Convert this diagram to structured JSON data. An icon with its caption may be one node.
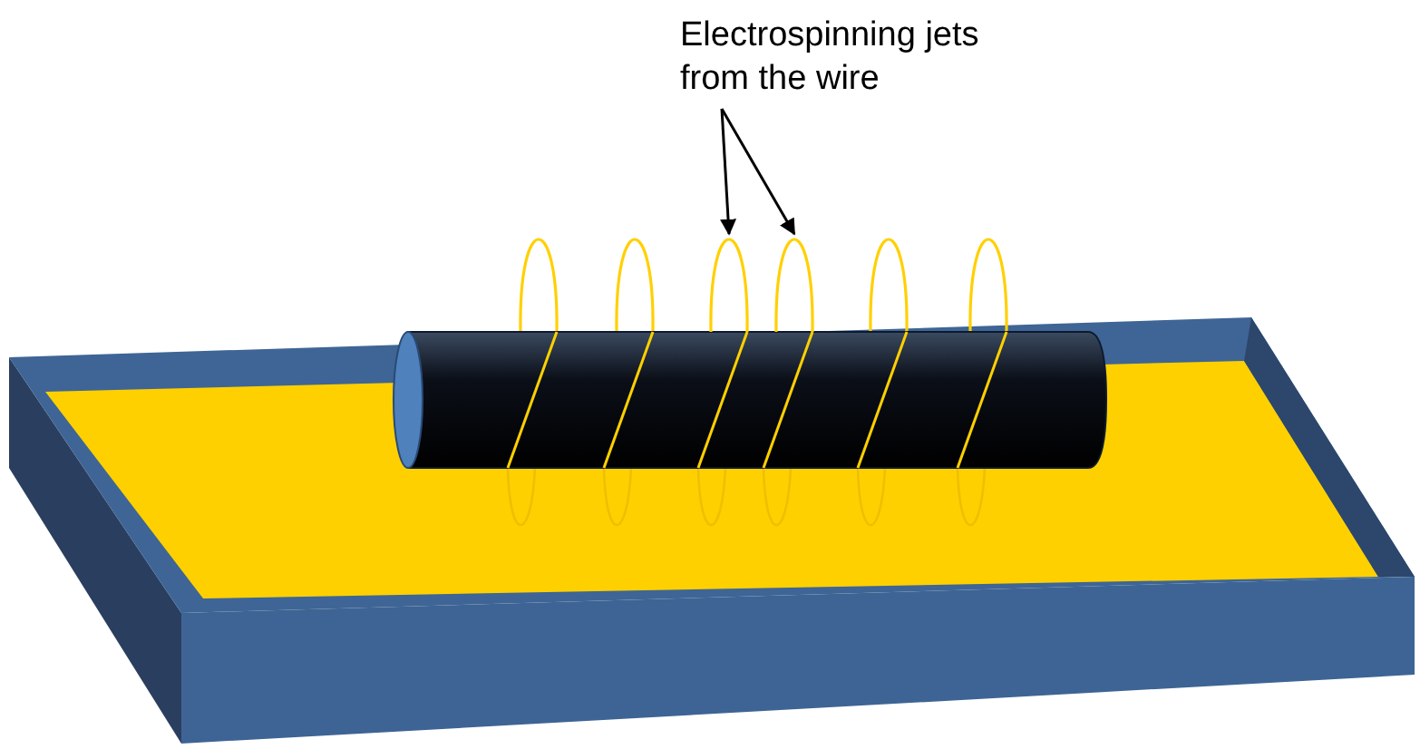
{
  "diagram": {
    "nodes": [
      {
        "text": [
          "Electrospinning jets from the wire"
        ]
      },
      {
        "text": [],
        "shape": "loop"
      },
      {
        "text": [],
        "shape": "loop"
      }
    ],
    "edges": [
      {
        "from": 0,
        "to": 1,
        "arrow": "to"
      },
      {
        "from": 0,
        "to": 2,
        "arrow": "to"
      }
    ]
  }
}
